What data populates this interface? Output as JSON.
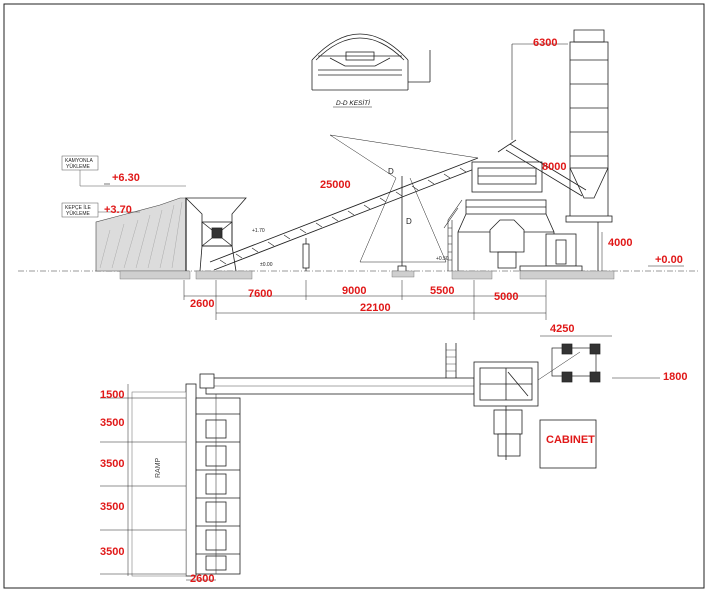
{
  "section_title": "D-D KESİTİ",
  "elevations": {
    "upper": "+6.30",
    "lower": "+3.70",
    "ground_right": "+0.00",
    "ground_mid": "±0.00",
    "conveyor_mark": "+1.70",
    "lower_mark": "+0.50"
  },
  "notes": {
    "truck_loading": [
      "KAMYONLA",
      "YÜKLEME"
    ],
    "loader_loading": [
      "KEPÇE İLE",
      "YÜKLEME"
    ]
  },
  "dimensions_top": {
    "silo_width": "6300",
    "silo_belt": "8000",
    "conveyor_length": "25000",
    "silo_height": "4000",
    "base_2600": "2600",
    "d1": "7600",
    "d2": "9000",
    "d3": "5500",
    "d4": "5000",
    "total": "22100"
  },
  "dimensions_plan": {
    "offset_4250": "4250",
    "offset_1800": "1800",
    "row1": "1500",
    "row2": "3500",
    "row3": "3500",
    "row4": "3500",
    "row5": "3500",
    "bottom_2600": "2600"
  },
  "markers": {
    "section_d": "D"
  },
  "labels": {
    "cabinet": "CABINET",
    "ramp": "RAMP"
  }
}
